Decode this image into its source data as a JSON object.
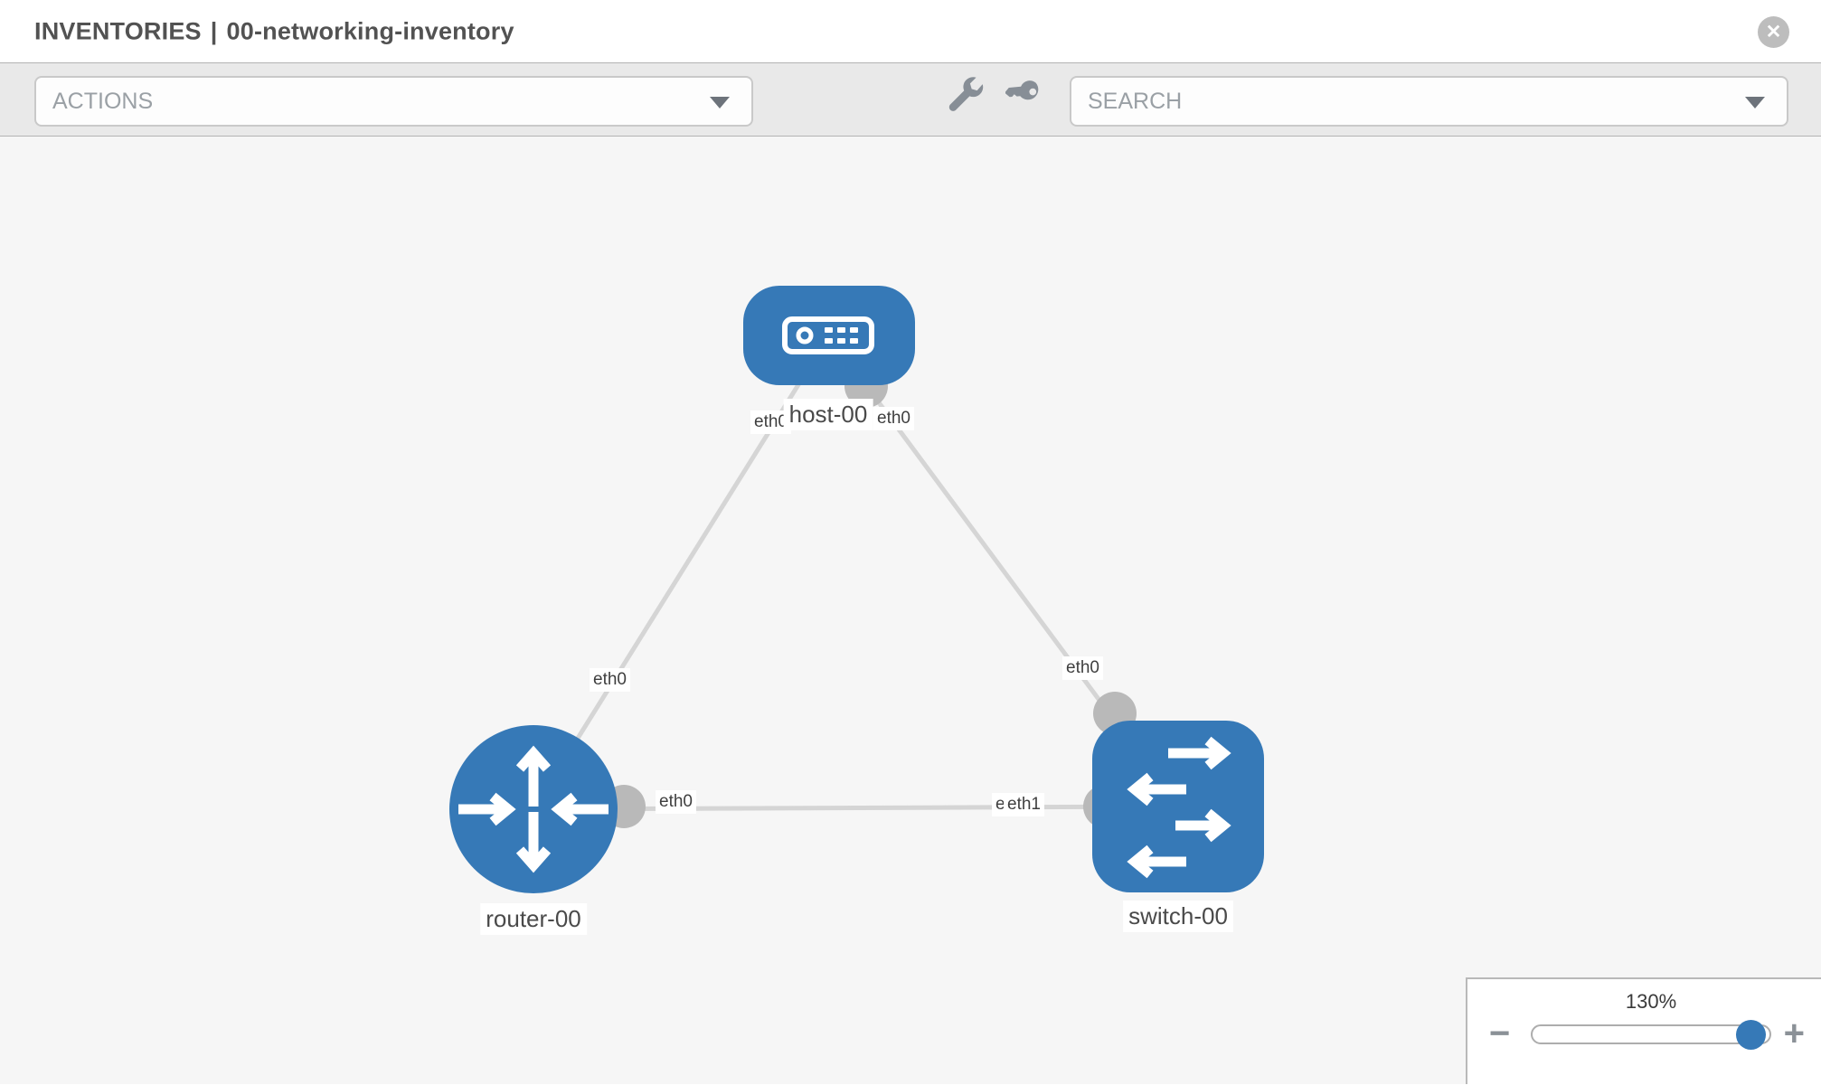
{
  "header": {
    "section": "INVENTORIES",
    "separator": "|",
    "inventory_name": "00-networking-inventory"
  },
  "toolbar": {
    "actions_placeholder": "ACTIONS",
    "search_placeholder": "SEARCH",
    "icons": [
      "wrench-icon",
      "key-icon"
    ]
  },
  "topology": {
    "nodes": [
      {
        "id": "host-00",
        "label": "host-00",
        "type": "host",
        "icon": "server-icon"
      },
      {
        "id": "router-00",
        "label": "router-00",
        "type": "router",
        "icon": "router-arrows-icon"
      },
      {
        "id": "switch-00",
        "label": "switch-00",
        "type": "switch",
        "icon": "switch-arrows-icon"
      }
    ],
    "links": [
      {
        "source": "host-00",
        "target": "router-00",
        "source_interface": "eth0",
        "target_interface": "eth0"
      },
      {
        "source": "host-00",
        "target": "switch-00",
        "source_interface": "eth0",
        "target_interface": "eth0"
      },
      {
        "source": "router-00",
        "target": "switch-00",
        "source_interface": "eth0",
        "target_interface": "eth1"
      }
    ],
    "interfaces": {
      "l1_host": "eth0",
      "l1_router": "eth0",
      "l2_host": "eth0",
      "l2_switch": "eth0",
      "l3_router": "eth0",
      "l3_switch_back": "eth0",
      "l3_switch_front": "eth1"
    }
  },
  "zoom_control": {
    "level": "130%",
    "minus": "−",
    "plus": "+"
  },
  "icons": {
    "close": "✕"
  },
  "colors": {
    "node_blue": "#3679b7",
    "link_gray": "#d5d5d5",
    "endpoint_gray": "#b9b9b9",
    "canvas_bg": "#f6f6f6"
  }
}
